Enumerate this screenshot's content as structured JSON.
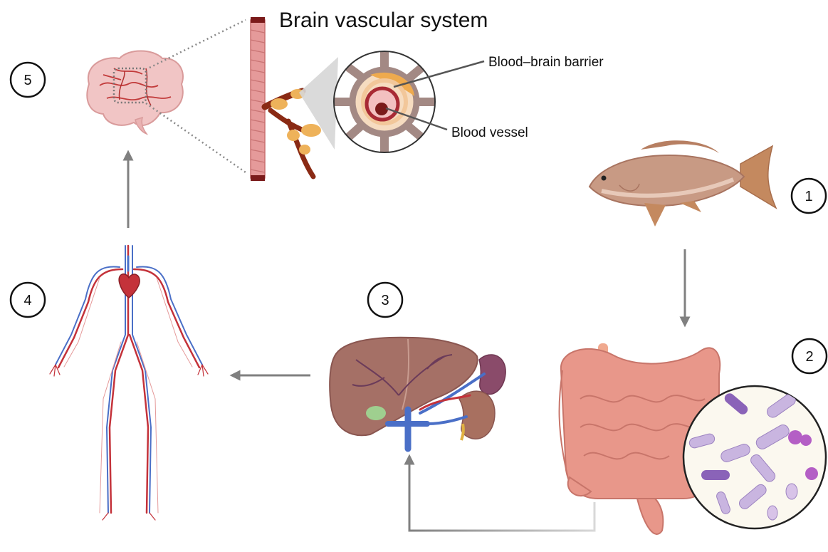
{
  "title": "Brain vascular system",
  "labels": {
    "bbb": "Blood–brain barrier",
    "vessel": "Blood vessel"
  },
  "steps": [
    {
      "number": "1",
      "organ": "fish-icon"
    },
    {
      "number": "2",
      "organ": "intestine-icon"
    },
    {
      "number": "3",
      "organ": "liver-kidney-icon"
    },
    {
      "number": "4",
      "organ": "circulatory-system-icon"
    },
    {
      "number": "5",
      "organ": "brain-icon"
    }
  ],
  "colors": {
    "arrow": "#808080",
    "vessel_pink": "#e59a9a",
    "artery_red": "#c4323a",
    "vein_blue": "#4a6fc7",
    "liver": "#a57066",
    "intestine": "#e8978a",
    "fish": "#c4957a",
    "bacteria": "#c9b5e0"
  }
}
